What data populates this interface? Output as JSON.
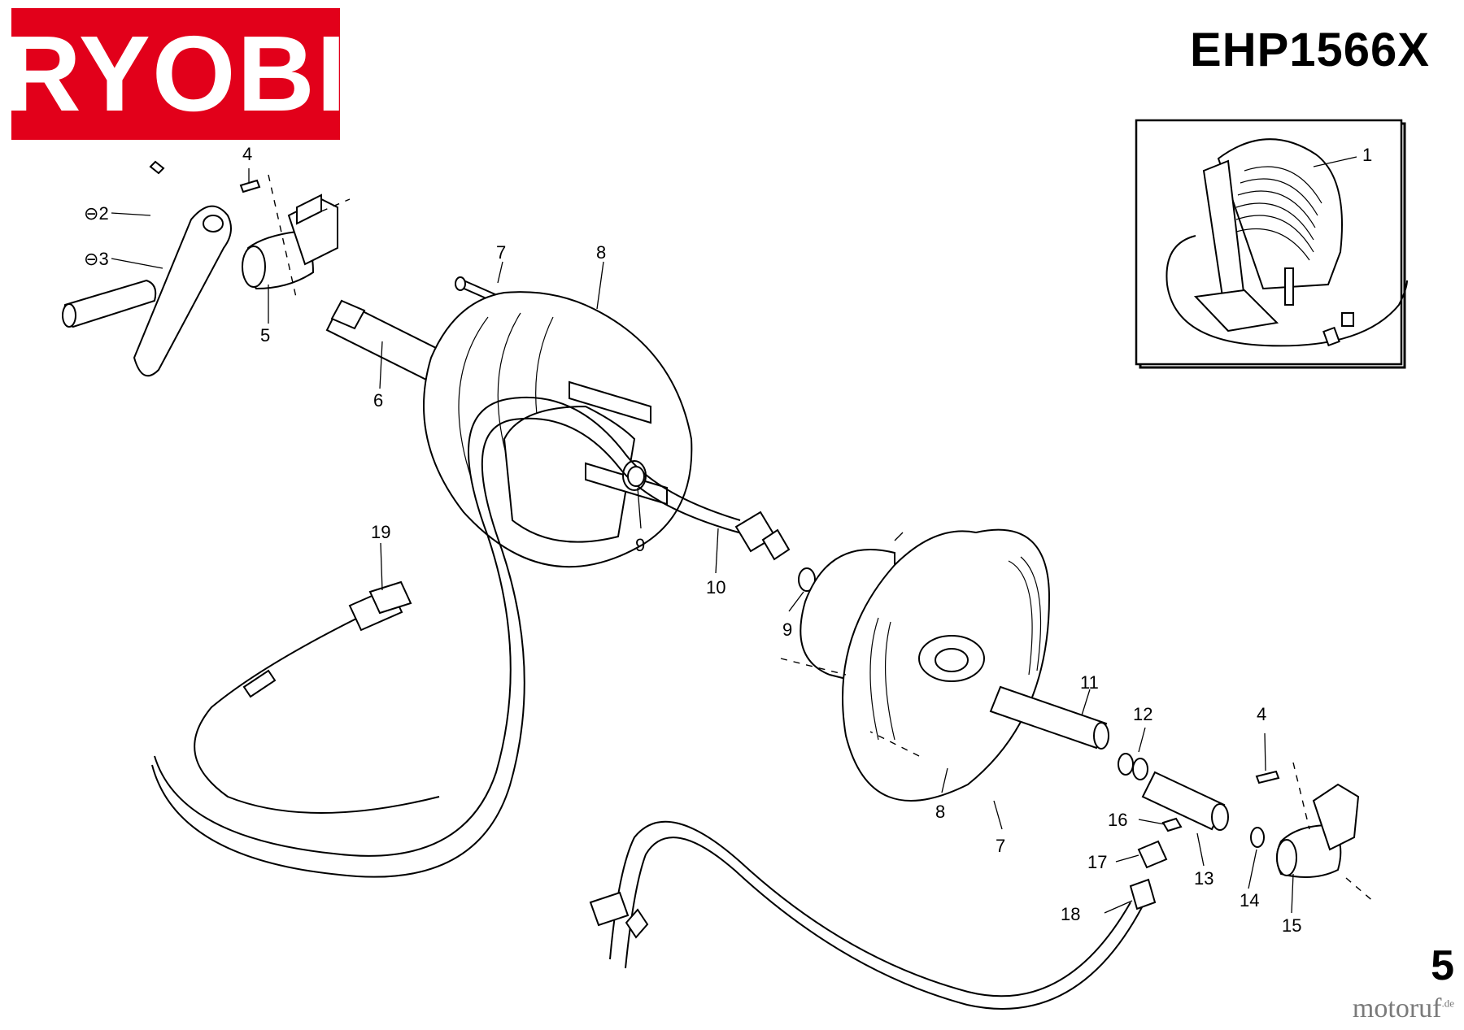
{
  "brand": "RYOBI",
  "model": "EHP1566X",
  "page_number": "5",
  "watermark": {
    "text": "motoruf",
    "suffix": ".de"
  },
  "callouts": {
    "c1": "1",
    "c2": "2",
    "c3": "3",
    "c4a": "4",
    "c4b": "4",
    "c5": "5",
    "c6": "6",
    "c7a": "7",
    "c7b": "7",
    "c8a": "8",
    "c8b": "8",
    "c9a": "9",
    "c9b": "9",
    "c10": "10",
    "c11": "11",
    "c12": "12",
    "c13": "13",
    "c14": "14",
    "c15": "15",
    "c16": "16",
    "c17": "17",
    "c18": "18",
    "c19": "19"
  }
}
